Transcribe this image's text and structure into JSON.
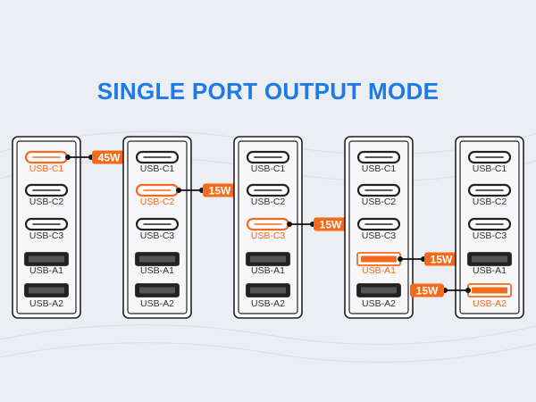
{
  "title": "SINGLE PORT OUTPUT MODE",
  "colors": {
    "title": "#1d7ae6",
    "active": "#f26a1b",
    "label_active": "#f26a1b",
    "label_inactive": "#333333",
    "outline": "#222222",
    "panel": "#f7f7f9",
    "background": "#ebeef2"
  },
  "port_labels": [
    "USB-C1",
    "USB-C2",
    "USB-C3",
    "USB-A1",
    "USB-A2"
  ],
  "port_kinds": [
    "usb-c",
    "usb-c",
    "usb-c",
    "usb-a",
    "usb-a"
  ],
  "chargers": [
    {
      "active_port": 0,
      "power": "45W",
      "badge_side": "right"
    },
    {
      "active_port": 1,
      "power": "15W",
      "badge_side": "right"
    },
    {
      "active_port": 2,
      "power": "15W",
      "badge_side": "right"
    },
    {
      "active_port": 3,
      "power": "15W",
      "badge_side": "right"
    },
    {
      "active_port": 4,
      "power": "15W",
      "badge_side": "left"
    }
  ]
}
